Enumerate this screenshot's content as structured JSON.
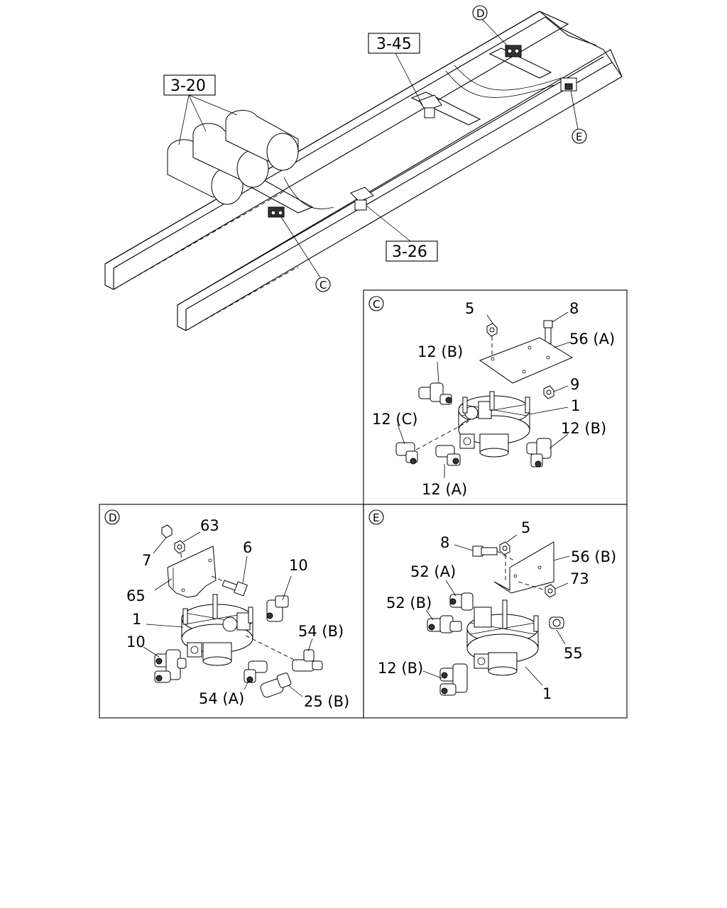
{
  "overview": {
    "refs": [
      "3-45",
      "3-20",
      "3-26"
    ],
    "callouts": [
      "D",
      "E",
      "C"
    ]
  },
  "panel_c": {
    "title": "C",
    "labels": [
      "5",
      "8",
      "56 (A)",
      "12 (B)",
      "9",
      "1",
      "12 (C)",
      "12 (B)",
      "12 (A)"
    ]
  },
  "panel_d": {
    "title": "D",
    "labels": [
      "63",
      "6",
      "7",
      "10",
      "65",
      "1",
      "54 (B)",
      "10",
      "54 (A)",
      "25 (B)"
    ]
  },
  "panel_e": {
    "title": "E",
    "labels": [
      "5",
      "8",
      "56 (B)",
      "52 (A)",
      "73",
      "52 (B)",
      "55",
      "12 (B)",
      "1"
    ]
  }
}
